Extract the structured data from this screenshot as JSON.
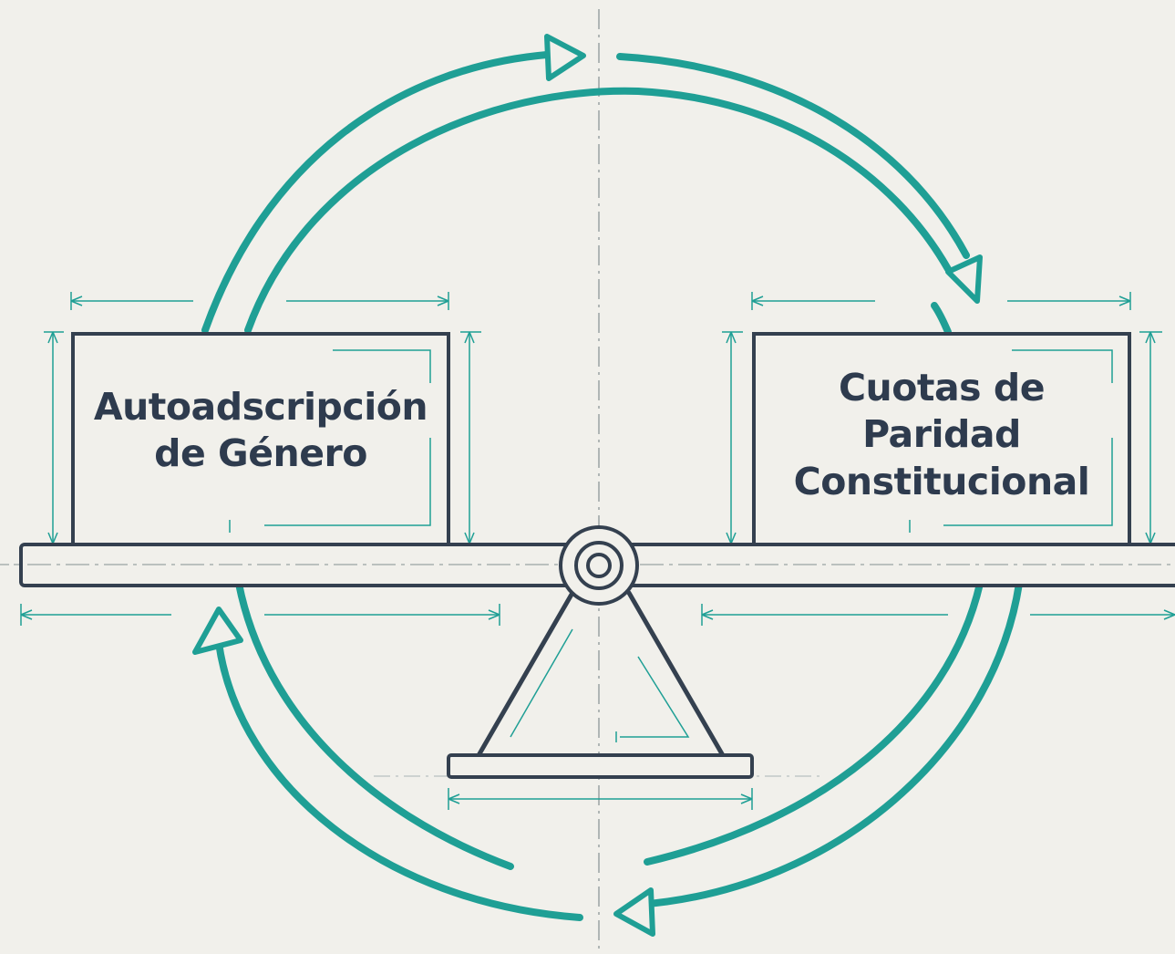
{
  "diagram": {
    "left_box": {
      "lines": [
        "Autoadscripción",
        "de Género"
      ]
    },
    "right_box": {
      "lines": [
        "Cuotas de",
        "Paridad",
        "Constitucional"
      ]
    }
  }
}
